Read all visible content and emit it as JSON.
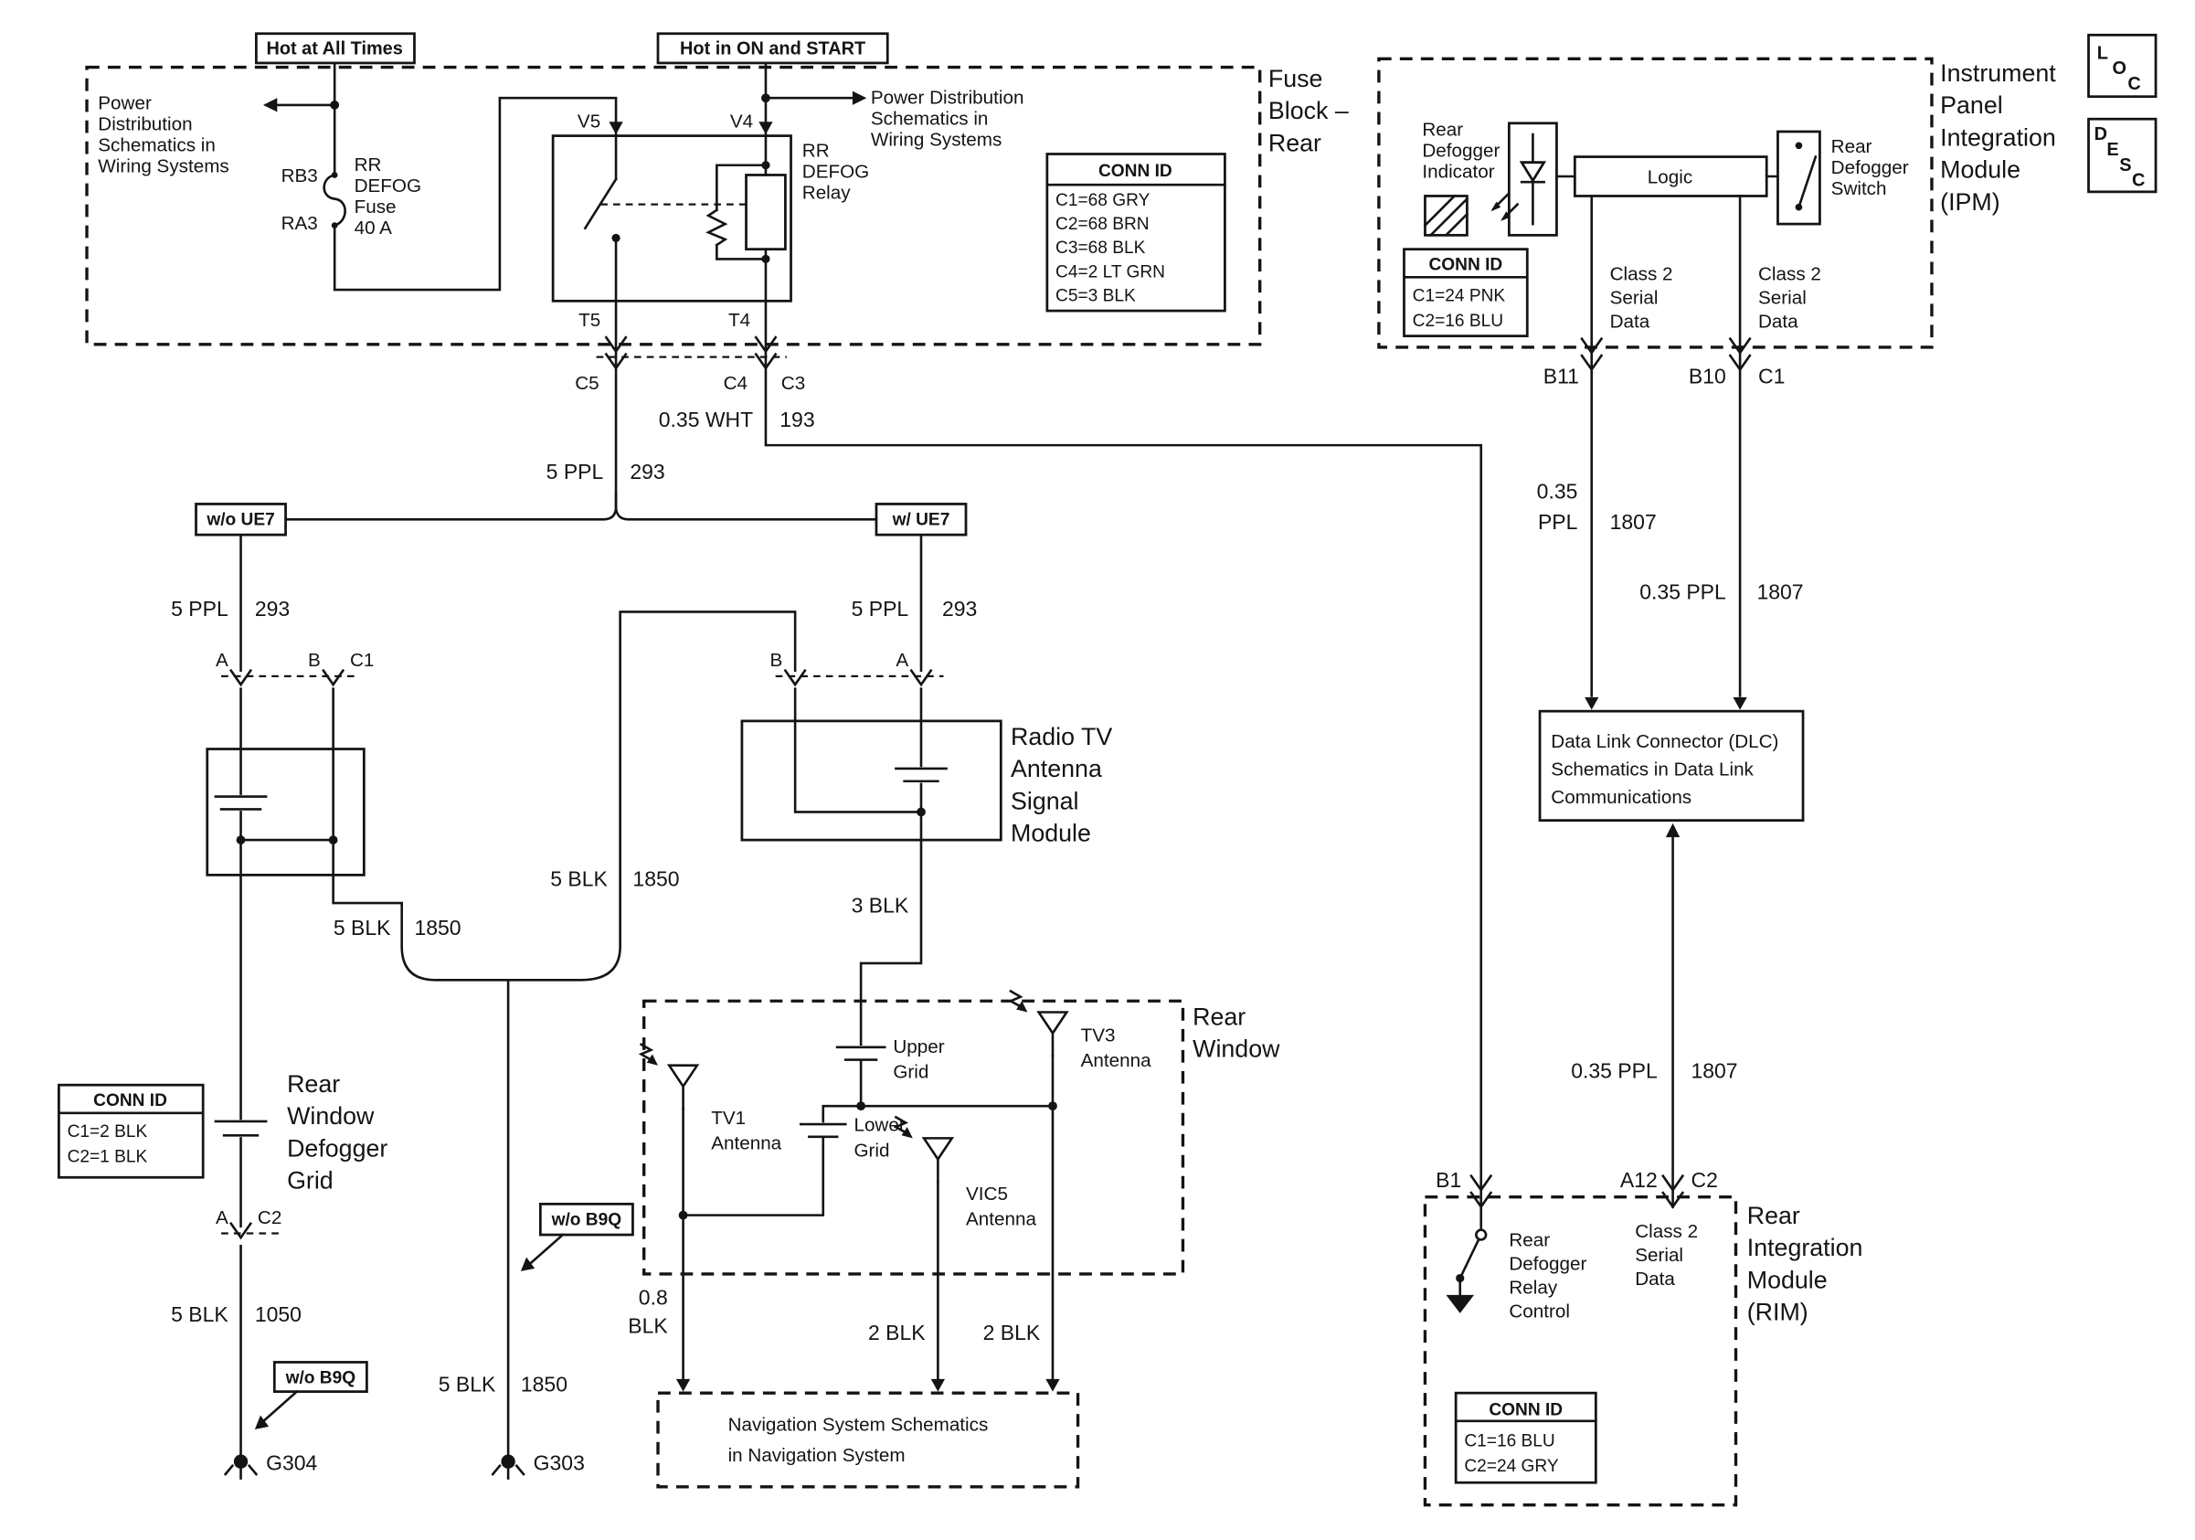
{
  "meta": {
    "bg": "#ffffff",
    "ink": "#141414"
  },
  "corner": {
    "loc": [
      "L",
      "O",
      "C"
    ],
    "desc": [
      "D",
      "E",
      "S",
      "C"
    ]
  },
  "power": {
    "hot_all": "Hot at All Times",
    "hot_on": "Hot in ON and START",
    "dist_left": [
      "Power",
      "Distribution",
      "Schematics in",
      "Wiring Systems"
    ],
    "dist_right": [
      "Power Distribution",
      "Schematics in",
      "Wiring Systems"
    ]
  },
  "fuse_block": {
    "label": [
      "Fuse",
      "Block –",
      "Rear"
    ],
    "rb3": "RB3",
    "ra3": "RA3",
    "fuse": [
      "RR",
      "DEFOG",
      "Fuse",
      "40 A"
    ],
    "relay": [
      "RR",
      "DEFOG",
      "Relay"
    ],
    "v5": "V5",
    "v4": "V4",
    "t5": "T5",
    "t4": "T4",
    "c5": "C5",
    "c4": "C4",
    "c3": "C3",
    "conn": {
      "header": "CONN ID",
      "rows": [
        "C1=68 GRY",
        "C2=68 BRN",
        "C3=68 BLK",
        "C4=2 LT GRN",
        "C5=3 BLK"
      ]
    }
  },
  "wire": {
    "wht": "0.35 WHT",
    "w193": "193",
    "ppl": "5 PPL",
    "w293": "293",
    "blk5": "5 BLK",
    "w1850": "1850",
    "w1050": "1050",
    "blk3": "3 BLK",
    "blk08a": "0.8",
    "blk08b": "BLK",
    "blk2": "2 BLK",
    "ppl035": "0.35 PPL",
    "w1807": "1807",
    "p035": "0.35",
    "pPPL": "PPL"
  },
  "opt": {
    "wo_ue7": "w/o UE7",
    "w_ue7": "w/ UE7",
    "wo_b9q": "w/o B9Q"
  },
  "ipm": {
    "label": [
      "Instrument",
      "Panel",
      "Integration",
      "Module",
      "(IPM)"
    ],
    "indicator": [
      "Rear",
      "Defogger",
      "Indicator"
    ],
    "logic": "Logic",
    "switch": [
      "Rear",
      "Defogger",
      "Switch"
    ],
    "conn": {
      "header": "CONN ID",
      "rows": [
        "C1=24 PNK",
        "C2=16 BLU"
      ]
    },
    "class2": [
      "Class 2",
      "Serial",
      "Data"
    ],
    "b11": "B11",
    "b10": "B10",
    "c1": "C1"
  },
  "dlc": {
    "text": [
      "Data Link Connector (DLC)",
      "Schematics in Data Link",
      "Communications"
    ]
  },
  "rim": {
    "label": [
      "Rear",
      "Integration",
      "Module",
      "(RIM)"
    ],
    "control": [
      "Rear",
      "Defogger",
      "Relay",
      "Control"
    ],
    "conn": {
      "header": "CONN ID",
      "rows": [
        "C1=16 BLU",
        "C2=24 GRY"
      ]
    },
    "b1": "B1",
    "a12": "A12",
    "c2": "C2"
  },
  "left": {
    "a": "A",
    "b": "B",
    "c1": "C1",
    "grid_label": [
      "Rear",
      "Window",
      "Defogger",
      "Grid"
    ],
    "conn": {
      "header": "CONN ID",
      "rows": [
        "C1=2 BLK",
        "C2=1 BLK"
      ]
    },
    "a2": "A",
    "c2": "C2",
    "g304": "G304",
    "g303": "G303"
  },
  "right": {
    "b": "B",
    "a": "A",
    "module": [
      "Radio TV",
      "Antenna",
      "Signal",
      "Module"
    ]
  },
  "rw": {
    "label": [
      "Rear",
      "Window"
    ],
    "tv1": [
      "TV1",
      "Antenna"
    ],
    "upper": [
      "Upper",
      "Grid"
    ],
    "lower": [
      "Lower",
      "Grid"
    ],
    "tv3": [
      "TV3",
      "Antenna"
    ],
    "vic5": [
      "VIC5",
      "Antenna"
    ]
  },
  "nav": {
    "text": [
      "Navigation System Schematics",
      "in Navigation System"
    ]
  }
}
